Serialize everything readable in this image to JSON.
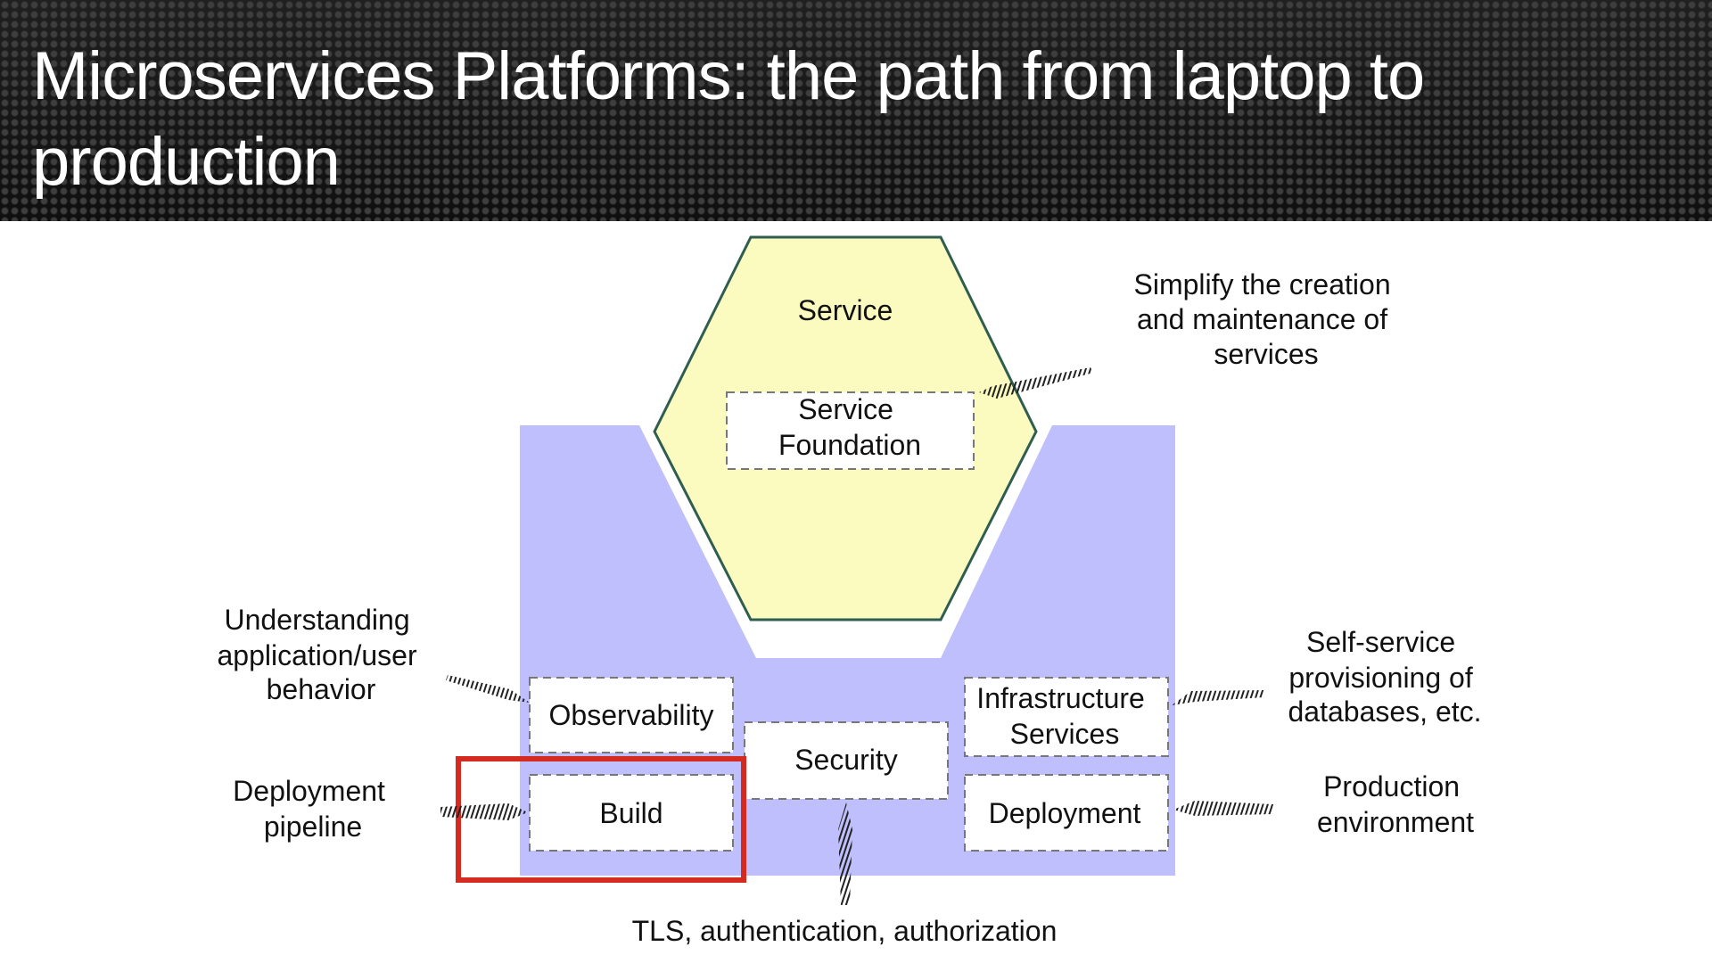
{
  "slide": {
    "title": "Microservices Platforms: the path from laptop to production"
  },
  "diagram": {
    "hexagon": {
      "label": "Service",
      "inner_box": [
        "Service",
        "Foundation"
      ]
    },
    "components": {
      "observability": "Observability",
      "build": "Build",
      "security": "Security",
      "infrastructure": [
        "Infrastructure",
        "Services"
      ],
      "deployment": "Deployment"
    },
    "annotations": {
      "service_foundation": [
        "Simplify the creation",
        "and maintenance of",
        "services"
      ],
      "observability": [
        "Understanding",
        "application/user",
        "behavior"
      ],
      "build": [
        "Deployment",
        "pipeline"
      ],
      "infrastructure": [
        "Self-service",
        "provisioning of",
        "databases, etc."
      ],
      "deployment": [
        "Production",
        "environment"
      ],
      "security": "TLS, authentication, authorization"
    },
    "colors": {
      "platform": "#bfbffd",
      "hexagon_fill": "#fbfbc0",
      "hexagon_stroke": "#2f5e50",
      "highlight": "#d42a1f",
      "header": "#161616"
    }
  }
}
